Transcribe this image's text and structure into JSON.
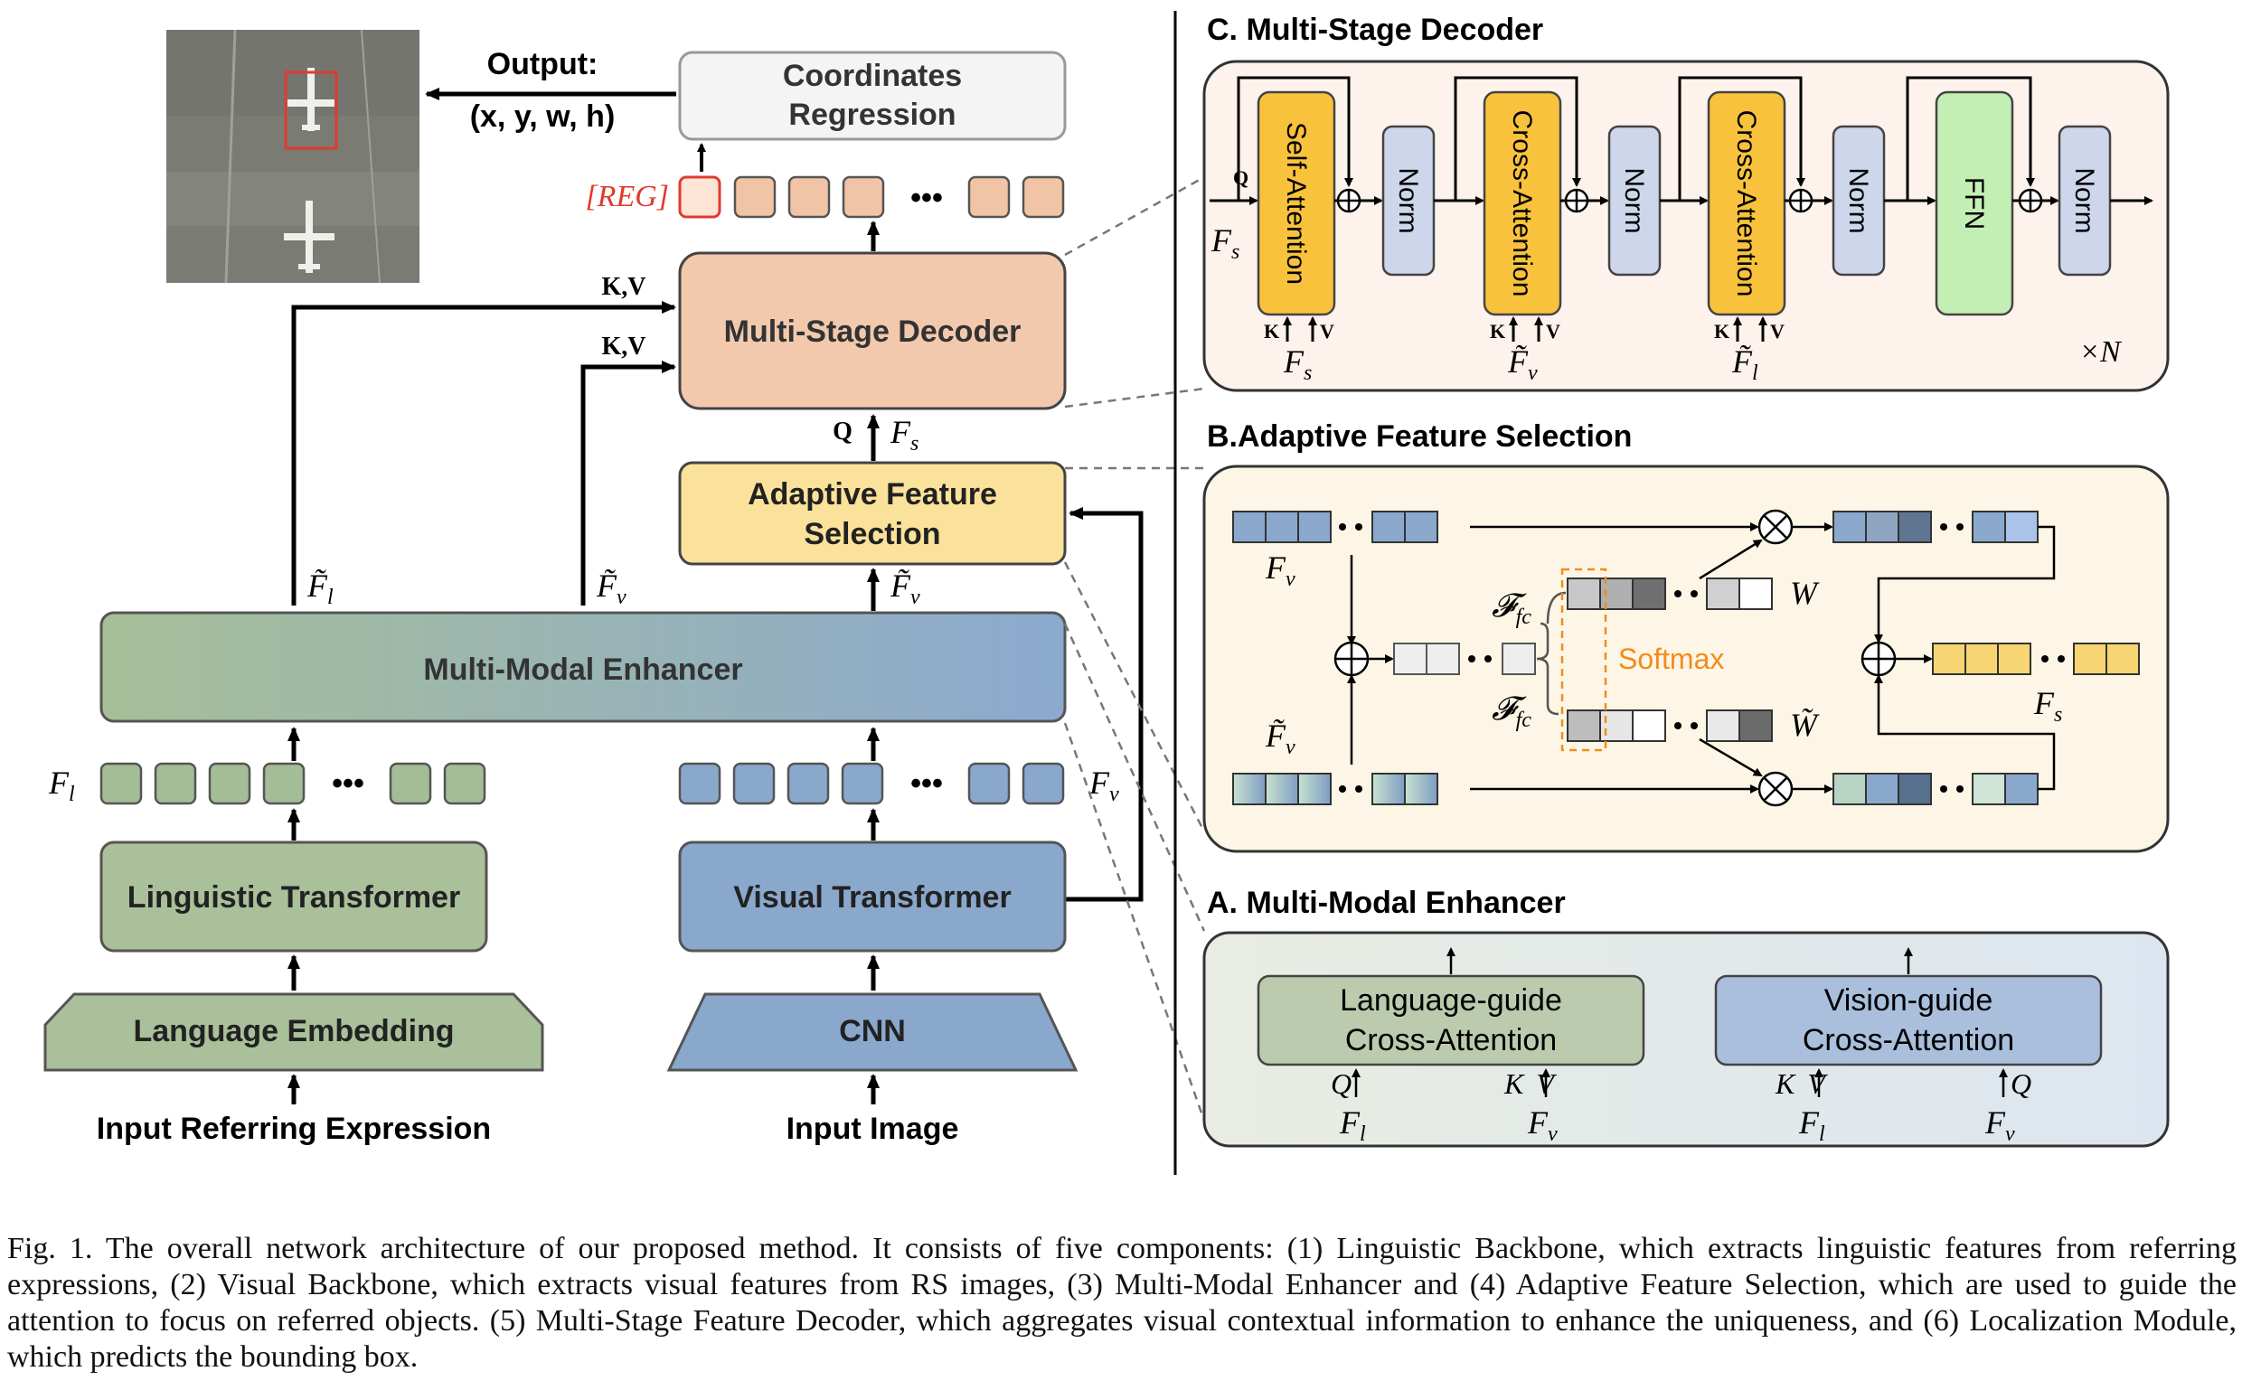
{
  "left": {
    "output_label": "Output:",
    "output_value": "(x, y, w, h)",
    "coords_box": "Coordinates Regression",
    "coords_line1": "Coordinates",
    "coords_line2": "Regression",
    "reg_token": "[REG]",
    "decoder_box": "Multi-Stage Decoder",
    "kv_label": "K,V",
    "q_label": "Q",
    "afs_line1": "Adaptive Feature",
    "afs_line2": "Selection",
    "enhancer_box": "Multi-Modal Enhancer",
    "ling_transformer": "Linguistic Transformer",
    "vis_transformer": "Visual Transformer",
    "lang_embedding": "Language Embedding",
    "cnn": "CNN",
    "input_expr": "Input Referring Expression",
    "input_image": "Input Image",
    "ellipsis": "•••"
  },
  "panel_c": {
    "title": "C. Multi-Stage Decoder",
    "self_attention": "Self-Attention",
    "cross_attention": "Cross-Attention",
    "norm": "Norm",
    "ffn": "FFN",
    "times_n": "×N",
    "q": "Q",
    "k": "K",
    "v": "V"
  },
  "panel_b": {
    "title": "B.Adaptive Feature Selection",
    "softmax": "Softmax",
    "w": "W"
  },
  "panel_a": {
    "title": "A. Multi-Modal Enhancer",
    "lang_guide_line1": "Language-guide",
    "lang_guide_line2": "Cross-Attention",
    "vis_guide_line1": "Vision-guide",
    "vis_guide_line2": "Cross-Attention",
    "q": "Q",
    "kv": "K V"
  },
  "caption": "Fig. 1.  The overall network architecture of our proposed method. It consists of five components: (1) Linguistic Backbone, which extracts linguistic features from referring expressions, (2) Visual Backbone, which extracts visual features from RS images, (3) Multi-Modal Enhancer and (4) Adaptive Feature Selection, which are used to guide the attention to focus on referred objects. (5) Multi-Stage Feature Decoder, which aggregates visual contextual information to enhance the uniqueness, and (6) Localization Module, which predicts the bounding box.",
  "colors": {
    "decoder": "#f2c9ad",
    "afs": "#fbe29a",
    "green": "#a9c09a",
    "blue": "#8aa8cc",
    "attention": "#f9c23c",
    "norm": "#cdd6eb",
    "ffn": "#c3efb5",
    "softmax": "#f28c1c",
    "reg": "#e03a2e"
  }
}
